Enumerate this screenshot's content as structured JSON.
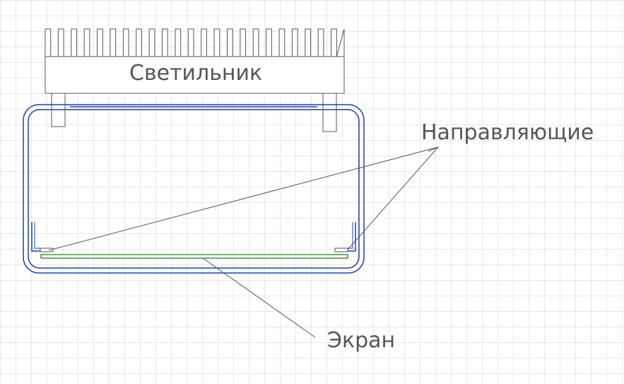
{
  "labels": {
    "luminaire": "Светильник",
    "guides": "Направляющие",
    "screen": "Экран"
  },
  "colors": {
    "grid": "#d0d0d0",
    "body_stroke": "#1f3fbf",
    "screen_stroke": "#2e7d32",
    "part_stroke": "#555555",
    "leader": "#555555",
    "text": "#555555"
  },
  "heatsink": {
    "fin_count": 23
  }
}
